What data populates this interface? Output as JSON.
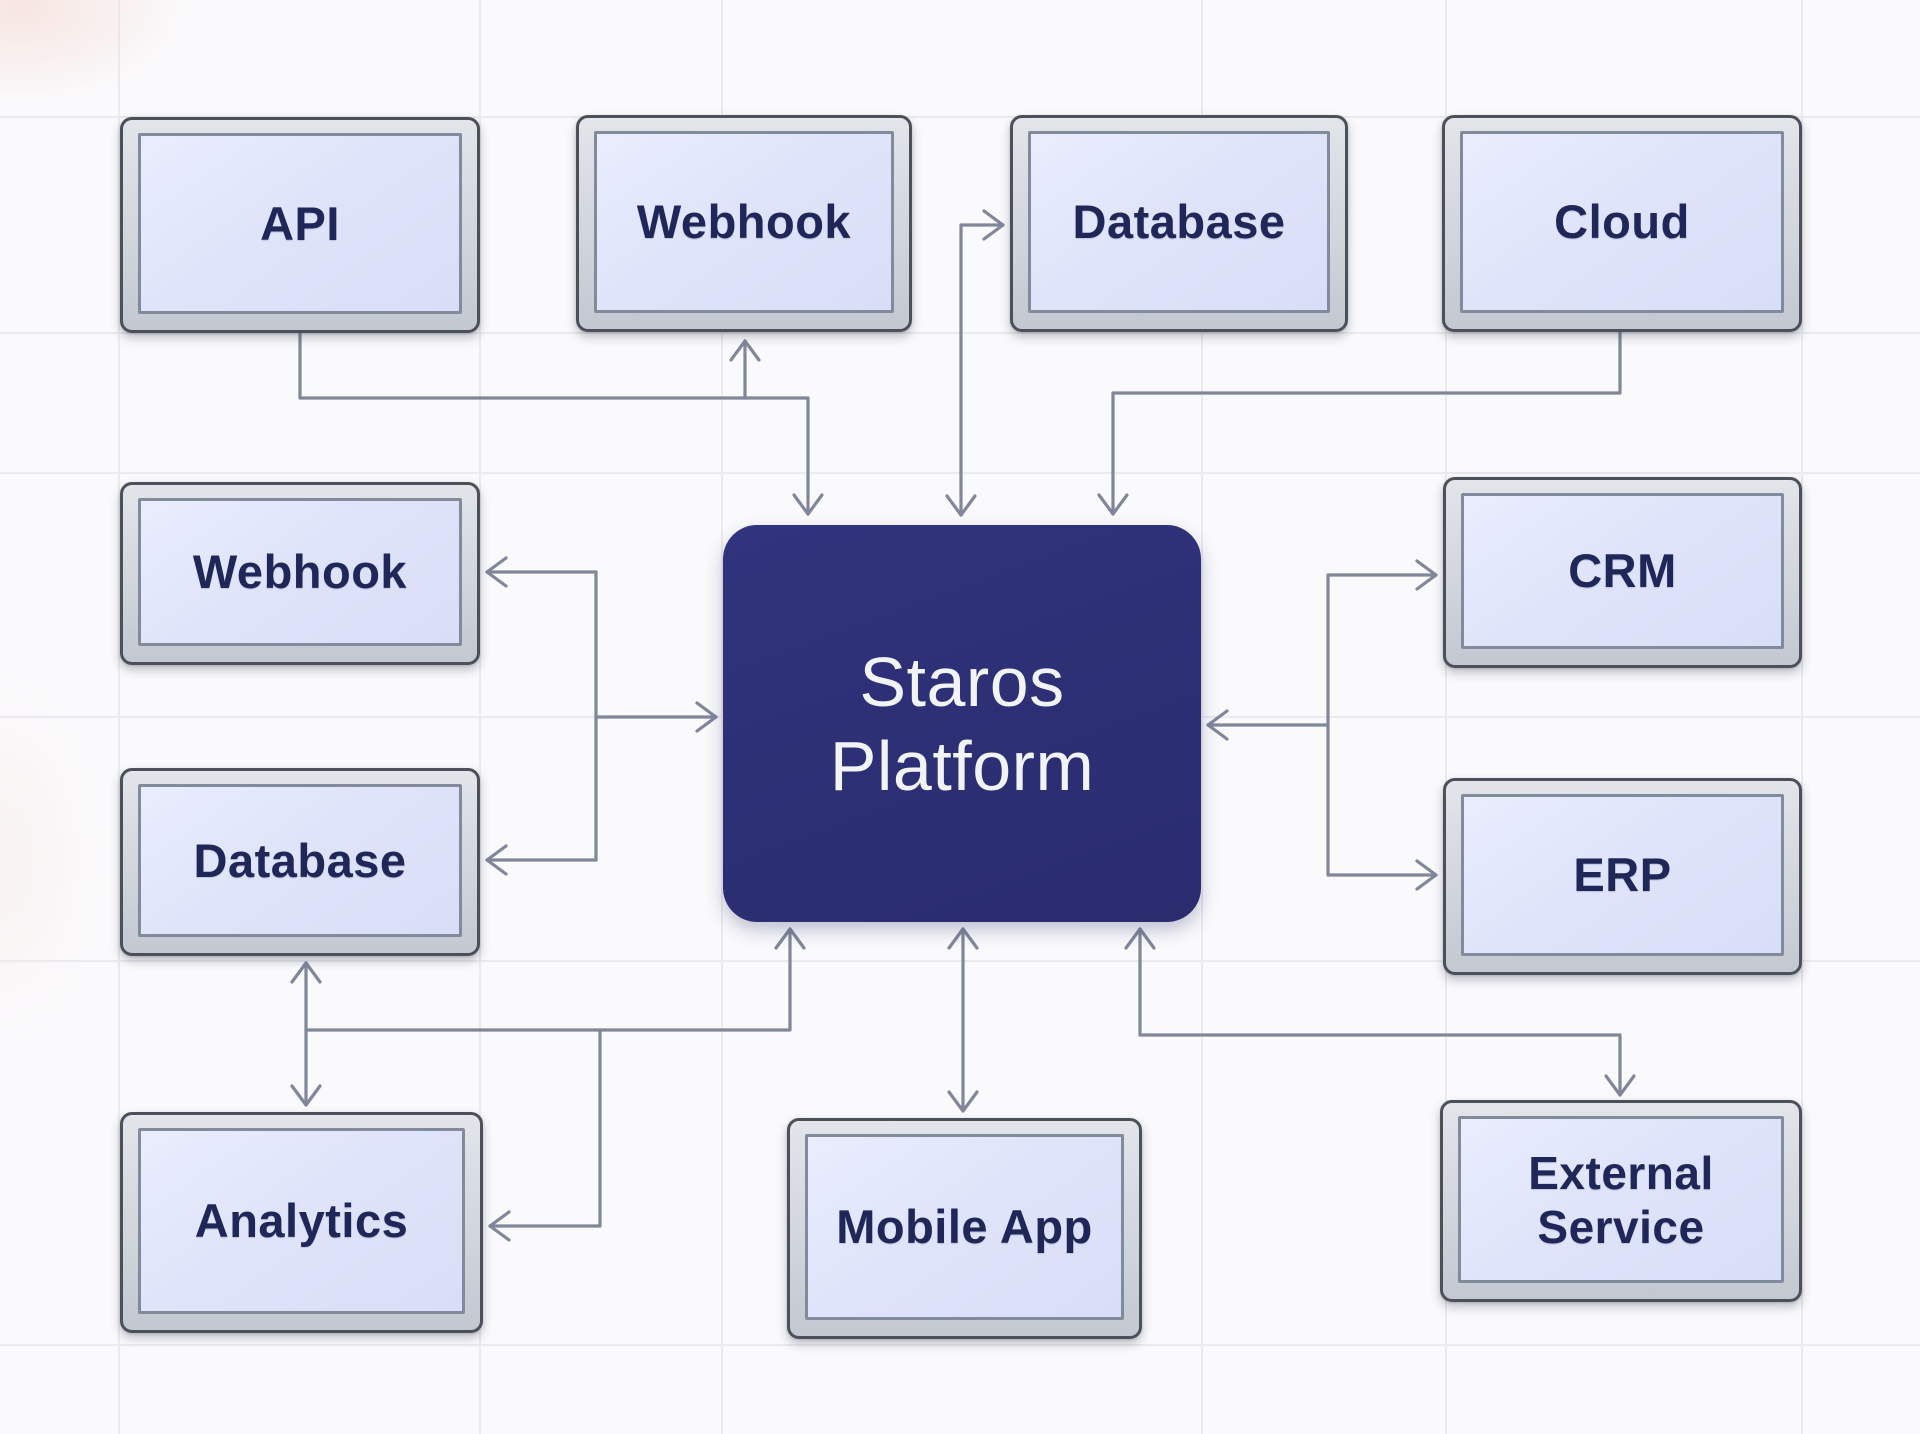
{
  "diagram": {
    "hub": {
      "id": "staros-platform",
      "label_line1": "Staros",
      "label_line2": "Platform"
    },
    "nodes": [
      {
        "id": "api",
        "label": "API"
      },
      {
        "id": "webhook-top",
        "label": "Webhook"
      },
      {
        "id": "database-top",
        "label": "Database"
      },
      {
        "id": "cloud",
        "label": "Cloud"
      },
      {
        "id": "webhook-left",
        "label": "Webhook"
      },
      {
        "id": "database-left",
        "label": "Database"
      },
      {
        "id": "analytics",
        "label": "Analytics"
      },
      {
        "id": "mobile-app",
        "label": "Mobile App"
      },
      {
        "id": "external-service",
        "label": "External Service"
      },
      {
        "id": "crm",
        "label": "CRM"
      },
      {
        "id": "erp",
        "label": "ERP"
      }
    ],
    "edges": [
      {
        "from": "api",
        "to": "staros-platform"
      },
      {
        "from": "api",
        "to": "webhook-top"
      },
      {
        "between": [
          "staros-platform",
          "database-top"
        ],
        "bidirectional": true
      },
      {
        "from": "cloud",
        "to": "staros-platform"
      },
      {
        "from": "right-spine",
        "to": "crm"
      },
      {
        "from": "right-spine",
        "to": "erp"
      },
      {
        "from": "right-spine",
        "to": "staros-platform"
      },
      {
        "from": "left-spine",
        "to": "webhook-left"
      },
      {
        "from": "left-spine",
        "to": "database-left"
      },
      {
        "from": "left-spine",
        "to": "staros-platform"
      },
      {
        "between": [
          "database-left",
          "analytics"
        ],
        "bidirectional": true
      },
      {
        "from": "bottom-left-junction",
        "to": "staros-platform"
      },
      {
        "from": "bottom-left-junction",
        "to": "analytics"
      },
      {
        "between": [
          "staros-platform",
          "mobile-app"
        ],
        "bidirectional": true
      },
      {
        "between": [
          "staros-platform",
          "external-service"
        ],
        "bidirectional": true
      }
    ],
    "colors": {
      "canvas": "#fafafc",
      "grid_line": "#eaeaef",
      "connector": "#80879a",
      "node_frame_fill": "#d0d4db",
      "node_frame_border": "#4b505b",
      "node_screen_fill": "#dfe4fa",
      "node_screen_border": "#828b9c",
      "node_label_color": "#1f2758",
      "hub_fill": "#2d2f75",
      "hub_text_color": "#f2f3f7"
    }
  }
}
